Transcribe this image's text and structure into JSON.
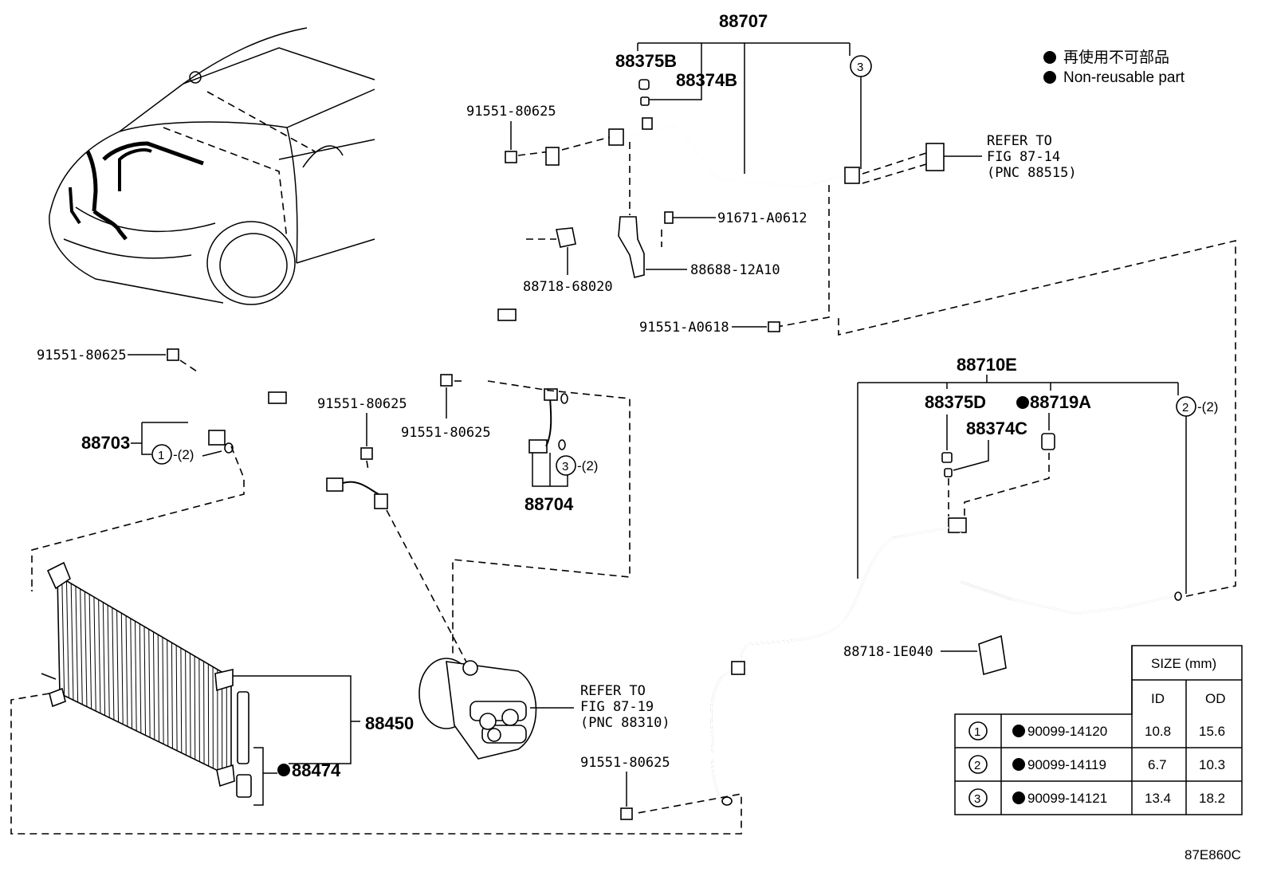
{
  "legend": {
    "line1": "再使用不可部品",
    "line2": "Non-reusable part",
    "bullet_color": "#000000"
  },
  "labels": {
    "p88707": "88707",
    "p88375B": "88375B",
    "p88374B": "88374B",
    "p91551_top": "91551-80625",
    "refer1_l1": "REFER TO",
    "refer1_l2": "FIG 87-14",
    "refer1_l3": "(PNC 88515)",
    "p91671": "91671-A0612",
    "p88688": "88688-12A10",
    "p88718_68020": "88718-68020",
    "p91551_A0618": "91551-A0618",
    "p91551_left": "91551-80625",
    "p88703": "88703",
    "c1_suffix": "-(2)",
    "p91551_mid": "91551-80625",
    "p91551_mid2": "91551-80625",
    "p88704": "88704",
    "c3_suffix": "-(2)",
    "p88710E": "88710E",
    "p88375D": "88375D",
    "p88719A": "88719A",
    "p88374C": "88374C",
    "c2_suffix": "-(2)",
    "p88718_1E040": "88718-1E040",
    "refer2_l1": "REFER TO",
    "refer2_l2": "FIG 87-19",
    "refer2_l3": "(PNC 88310)",
    "p88450": "88450",
    "p88474": "88474",
    "p91551_bottom": "91551-80625",
    "code": "87E860C",
    "circle1": "1",
    "circle2": "2",
    "circle3": "3"
  },
  "size_table": {
    "header_size": "SIZE (mm)",
    "header_id": "ID",
    "header_od": "OD",
    "rows": [
      {
        "ref": "1",
        "part": "90099-14120",
        "id": "10.8",
        "od": "15.6"
      },
      {
        "ref": "2",
        "part": "90099-14119",
        "id": "6.7",
        "od": "10.3"
      },
      {
        "ref": "3",
        "part": "90099-14121",
        "id": "13.4",
        "od": "18.2"
      }
    ]
  }
}
